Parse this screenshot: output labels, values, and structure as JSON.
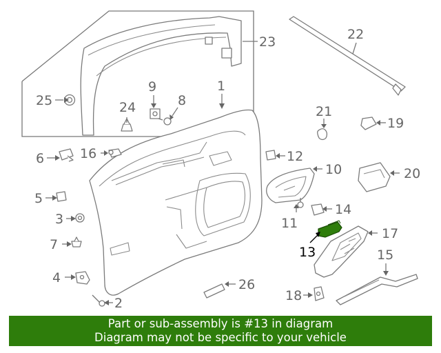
{
  "diagram": {
    "callouts": [
      "1",
      "2",
      "3",
      "4",
      "5",
      "6",
      "7",
      "8",
      "9",
      "10",
      "11",
      "12",
      "13",
      "14",
      "15",
      "16",
      "17",
      "18",
      "19",
      "20",
      "21",
      "22",
      "23",
      "24",
      "25",
      "26"
    ],
    "highlighted_part": "13",
    "colors": {
      "highlight": "#2e7d0b",
      "line": "#777777",
      "label": "#666666"
    }
  },
  "banner": {
    "line1": "Part or sub-assembly is #13 in diagram",
    "line2": "Diagram may not be specific to your vehicle",
    "background": "#2e7d0b"
  }
}
